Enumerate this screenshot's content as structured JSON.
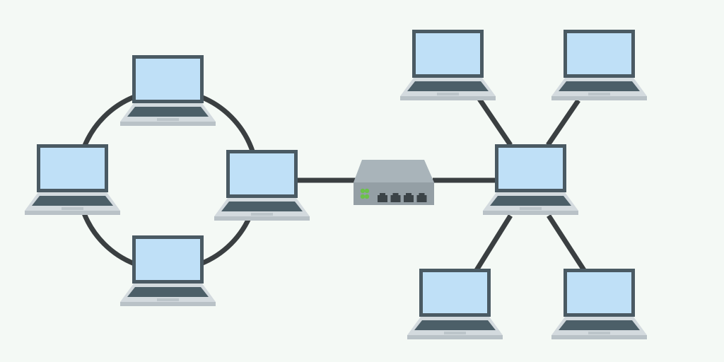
{
  "colors": {
    "background": "#f4f9f5",
    "cable": "#3a3f41",
    "laptop_bezel": "#4a5a63",
    "laptop_screen": "#bfe0f7",
    "laptop_base": "#d3dade",
    "laptop_keyboard": "#4c5f68",
    "switch_body": "#a9b4ba",
    "switch_front": "#949fa5",
    "switch_port": "#3b4347",
    "switch_led": "#6cc24a"
  },
  "diagram": {
    "topologies": [
      "ring",
      "star"
    ],
    "hub_device": "network-switch"
  }
}
